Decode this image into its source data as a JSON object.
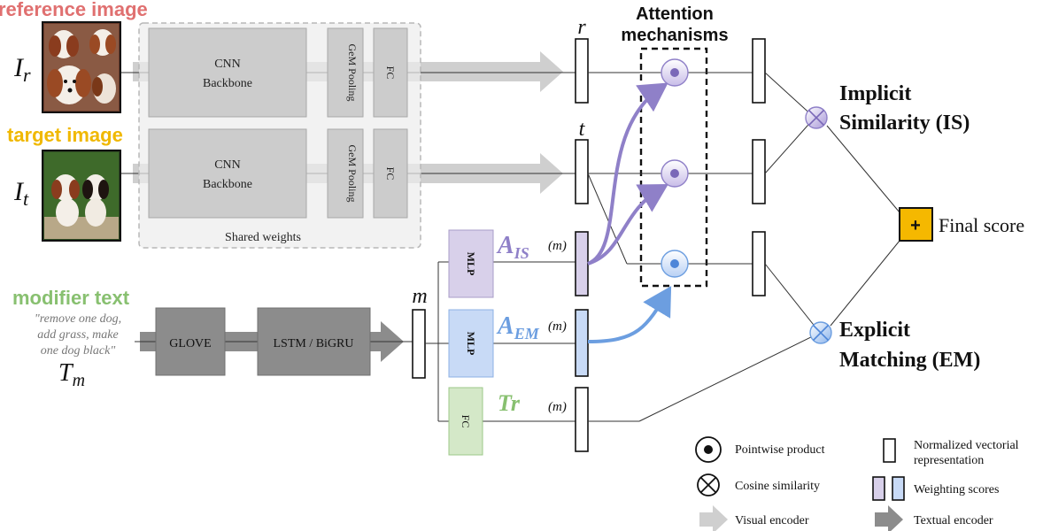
{
  "inputs": {
    "reference_label": "reference image",
    "reference_symbol": "I",
    "reference_sub": "r",
    "target_label": "target image",
    "target_symbol": "I",
    "target_sub": "t",
    "modifier_label": "modifier text",
    "modifier_line1": "\"remove one dog,",
    "modifier_line2": "add grass, make",
    "modifier_line3": "one dog black\"",
    "text_symbol": "T",
    "text_sub": "m"
  },
  "visual_encoder": {
    "cnn_line1": "CNN",
    "cnn_line2": "Backbone",
    "gem": "GeM Pooling",
    "fc": "FC",
    "shared": "Shared weights"
  },
  "text_encoder": {
    "glove": "GLOVE",
    "lstm": "LSTM / BiGRU"
  },
  "vectors": {
    "r": "r",
    "t": "t",
    "m": "m"
  },
  "heads": {
    "mlp": "MLP",
    "fc": "FC",
    "a_is_main": "A",
    "a_is_sub": "IS",
    "a_em_main": "A",
    "a_em_sub": "EM",
    "tr": "Tr",
    "m_tag": "(m)"
  },
  "attention": {
    "line1": "Attention",
    "line2": "mechanisms"
  },
  "outputs": {
    "is_line1": "Implicit",
    "is_line2": "Similarity (IS)",
    "em_line1": "Explicit",
    "em_line2": "Matching (EM)",
    "final": "Final score",
    "plus": "+"
  },
  "legend": {
    "pointwise": "Pointwise product",
    "cosine": "Cosine similarity",
    "visual": "Visual encoder",
    "norm_line1": "Normalized vectorial",
    "norm_line2": "representation",
    "weighting": "Weighting scores",
    "textual": "Textual encoder"
  },
  "colors": {
    "reference": "#e07070",
    "target": "#f0b800",
    "modifier": "#88c070",
    "is_purple": "#8f80c8",
    "em_blue": "#6c9ee0",
    "final_box": "#f5b800"
  }
}
